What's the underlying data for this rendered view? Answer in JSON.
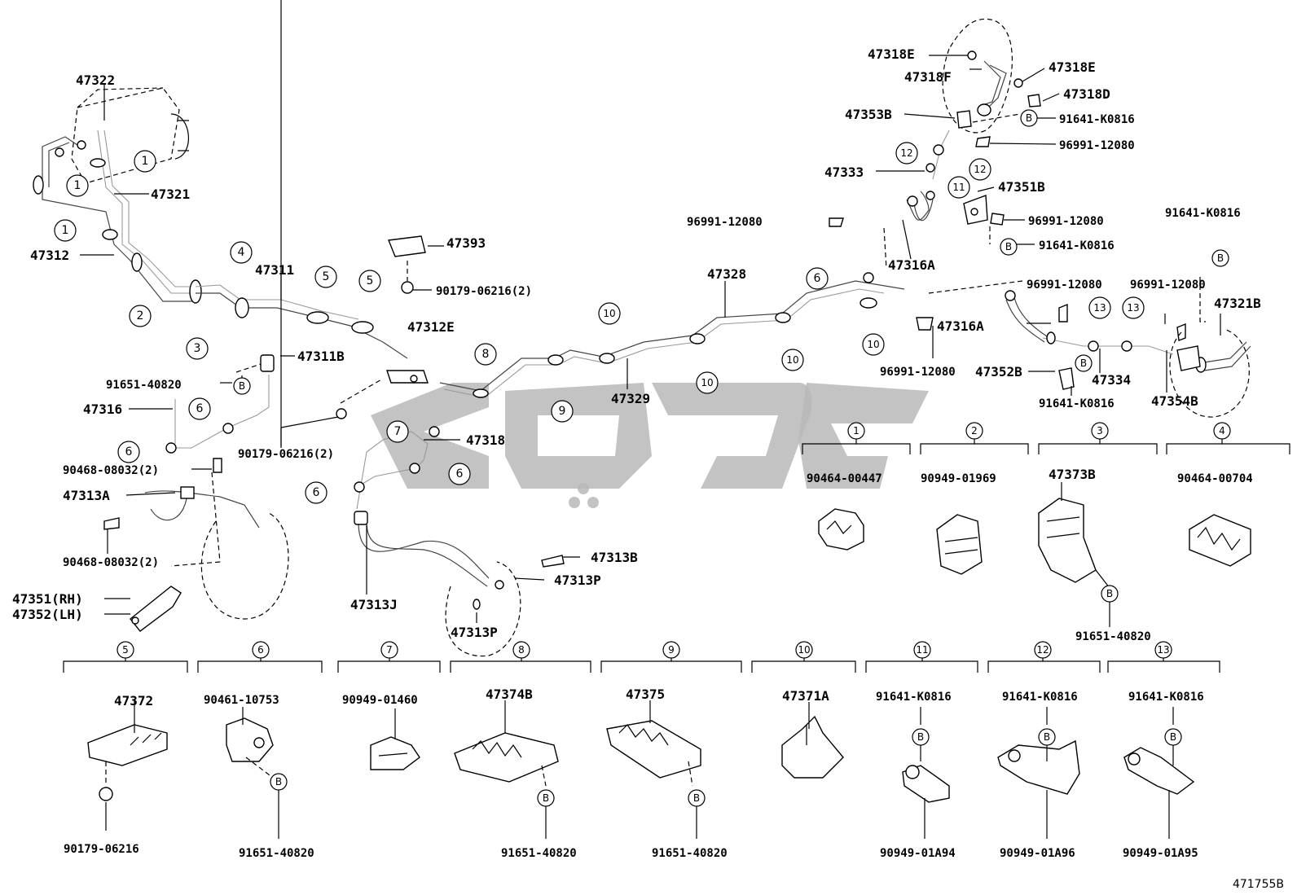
{
  "diagram_ref": "471755B",
  "watermark": {
    "text": "لوکی",
    "color": "#b9b9b9"
  },
  "main_labels": {
    "l47322": "47322",
    "l47321": "47321",
    "l47312": "47312",
    "l47311": "47311",
    "l47393": "47393",
    "l90179a": "90179-06216(2)",
    "l47312e": "47312E",
    "l47311b": "47311B",
    "l91651a": "91651-40820",
    "l47316": "47316",
    "l90179b": "90179-06216(2)",
    "l47318": "47318",
    "l90468a": "90468-08032(2)",
    "l47313a": "47313A",
    "l90468b": "90468-08032(2)",
    "l47351": "47351(RH)",
    "l47352": "47352(LH)",
    "l47313j": "47313J",
    "l47313b": "47313B",
    "l47313pa": "47313P",
    "l47313pb": "47313P",
    "l47328": "47328",
    "l47329": "47329",
    "l47318ea": "47318E",
    "l47318f": "47318F",
    "l47318eb": "47318E",
    "l47318d": "47318D",
    "l47353b": "47353B",
    "l91641a": "91641-K0816",
    "l96991a": "96991-12080",
    "l47333": "47333",
    "l47351b": "47351B",
    "l96991b": "96991-12080",
    "l96991c": "96991-12080",
    "l91641b": "91641-K0816",
    "l91641c": "91641-K0816",
    "l47316aa": "47316A",
    "l96991d": "96991-12080",
    "l96991e": "96991-12080",
    "l47321b": "47321B",
    "l47316ab": "47316A",
    "l96991f": "96991-12080",
    "l47352b": "47352B",
    "l47334": "47334",
    "l91641d": "91641-K0816",
    "l47354b": "47354B"
  },
  "callouts": {
    "one": "1",
    "two": "2",
    "three": "3",
    "four": "4",
    "five": "5",
    "six": "6",
    "seven": "7",
    "eight": "8",
    "nine": "9",
    "ten": "10",
    "eleven": "11",
    "twelve": "12",
    "thirteen": "13",
    "b": "B"
  },
  "legend": {
    "g1": {
      "num": "1",
      "parts": [
        "90464-00447"
      ]
    },
    "g2": {
      "num": "2",
      "parts": [
        "90949-01969"
      ]
    },
    "g3": {
      "num": "3",
      "parts": [
        "47373B",
        "91651-40820"
      ]
    },
    "g4": {
      "num": "4",
      "parts": [
        "90464-00704"
      ]
    },
    "g5": {
      "num": "5",
      "parts": [
        "47372",
        "90179-06216"
      ]
    },
    "g6": {
      "num": "6",
      "parts": [
        "90461-10753",
        "91651-40820"
      ]
    },
    "g7": {
      "num": "7",
      "parts": [
        "90949-01460"
      ]
    },
    "g8": {
      "num": "8",
      "parts": [
        "47374B",
        "91651-40820"
      ]
    },
    "g9": {
      "num": "9",
      "parts": [
        "47375",
        "91651-40820"
      ]
    },
    "g10": {
      "num": "10",
      "parts": [
        "47371A"
      ]
    },
    "g11": {
      "num": "11",
      "parts": [
        "91641-K0816",
        "90949-01A94"
      ]
    },
    "g12": {
      "num": "12",
      "parts": [
        "91641-K0816",
        "90949-01A96"
      ]
    },
    "g13": {
      "num": "13",
      "parts": [
        "91641-K0816",
        "90949-01A95"
      ]
    }
  }
}
